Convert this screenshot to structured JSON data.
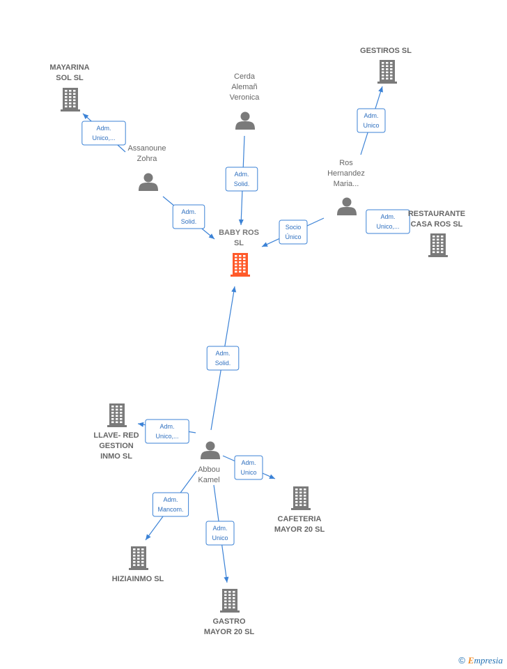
{
  "colors": {
    "center": "#ff5a2a",
    "node": "#7a7a7a",
    "edge": "#3b82d6"
  },
  "nodes": {
    "baby": {
      "type": "company",
      "center": true,
      "label": [
        "BABY ROS",
        "SL"
      ]
    },
    "mayarina": {
      "type": "company",
      "label": [
        "MAYARINA",
        "SOL  SL"
      ]
    },
    "gestiros": {
      "type": "company",
      "label": [
        "GESTIROS SL"
      ]
    },
    "restaurante": {
      "type": "company",
      "label": [
        "RESTAURANTE",
        "CASA ROS SL"
      ]
    },
    "llave": {
      "type": "company",
      "label": [
        "LLAVE- RED",
        "GESTION",
        "INMO SL"
      ]
    },
    "cafeteria": {
      "type": "company",
      "label": [
        "CAFETERIA",
        "MAYOR 20  SL"
      ]
    },
    "hiziainmo": {
      "type": "company",
      "label": [
        "HIZIAINMO  SL"
      ]
    },
    "gastro": {
      "type": "company",
      "label": [
        "GASTRO",
        "MAYOR 20  SL"
      ]
    },
    "cerda": {
      "type": "person",
      "label": [
        "Cerda",
        "Alemañ",
        "Veronica"
      ]
    },
    "assanoune": {
      "type": "person",
      "label": [
        "Assanoune",
        "Zohra"
      ]
    },
    "ros": {
      "type": "person",
      "label": [
        "Ros",
        "Hernandez",
        "Maria..."
      ]
    },
    "abbou": {
      "type": "person",
      "label": [
        "Abbou",
        "Kamel"
      ]
    }
  },
  "edges": [
    {
      "id": "assanoune-mayarina",
      "label": [
        "Adm.",
        "Unico,..."
      ]
    },
    {
      "id": "assanoune-baby",
      "label": [
        "Adm.",
        "Solid."
      ]
    },
    {
      "id": "cerda-baby",
      "label": [
        "Adm.",
        "Solid."
      ]
    },
    {
      "id": "ros-gestiros",
      "label": [
        "Adm.",
        "Unico"
      ]
    },
    {
      "id": "ros-baby",
      "label": [
        "Socio",
        "Único"
      ]
    },
    {
      "id": "ros-restaurante",
      "label": [
        "Adm.",
        "Unico,..."
      ]
    },
    {
      "id": "abbou-baby",
      "label": [
        "Adm.",
        "Solid."
      ]
    },
    {
      "id": "abbou-llave",
      "label": [
        "Adm.",
        "Unico,..."
      ]
    },
    {
      "id": "abbou-cafeteria",
      "label": [
        "Adm.",
        "Unico"
      ]
    },
    {
      "id": "abbou-hiziainmo",
      "label": [
        "Adm.",
        "Mancom."
      ]
    },
    {
      "id": "abbou-gastro",
      "label": [
        "Adm.",
        "Unico"
      ]
    }
  ],
  "footer": {
    "copyright": "©",
    "brand_first": "E",
    "brand_rest": "mpresia"
  }
}
